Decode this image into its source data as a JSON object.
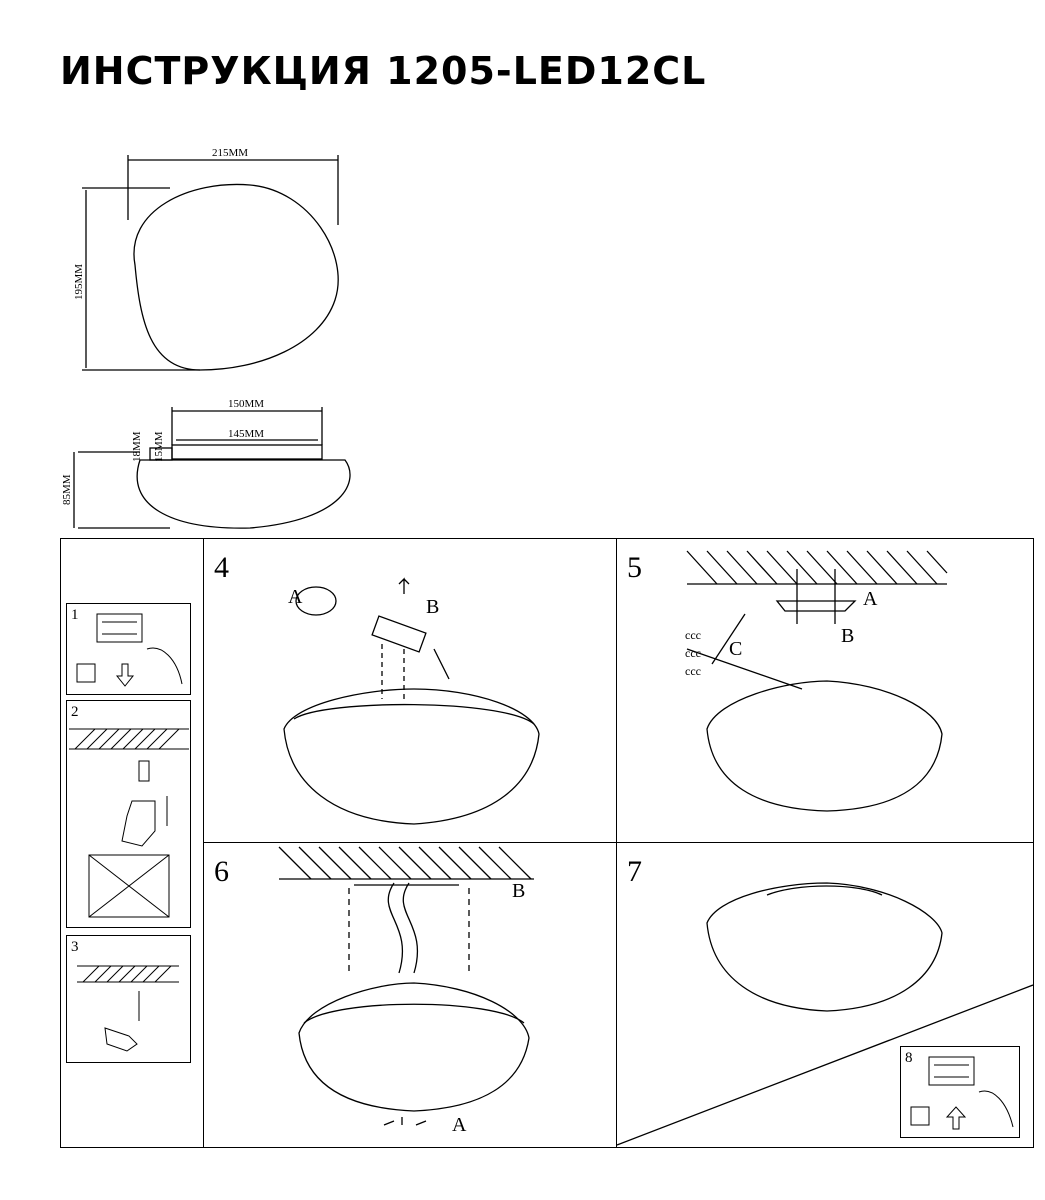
{
  "title": "ИНСТРУКЦИЯ 1205-LED12CL",
  "dimensions": {
    "top_width": "215MM",
    "top_height": "195MM",
    "side_base_width": "150MM",
    "side_inner_width": "145MM",
    "side_height": "85MM",
    "side_small_a": "18MM",
    "side_small_b": "15MM"
  },
  "steps": {
    "s1": "1",
    "s2": "2",
    "s3": "3",
    "s4": "4",
    "s5": "5",
    "s6": "6",
    "s7": "7",
    "s8": "8"
  },
  "labels": {
    "a": "A",
    "b": "B",
    "c": "C"
  }
}
